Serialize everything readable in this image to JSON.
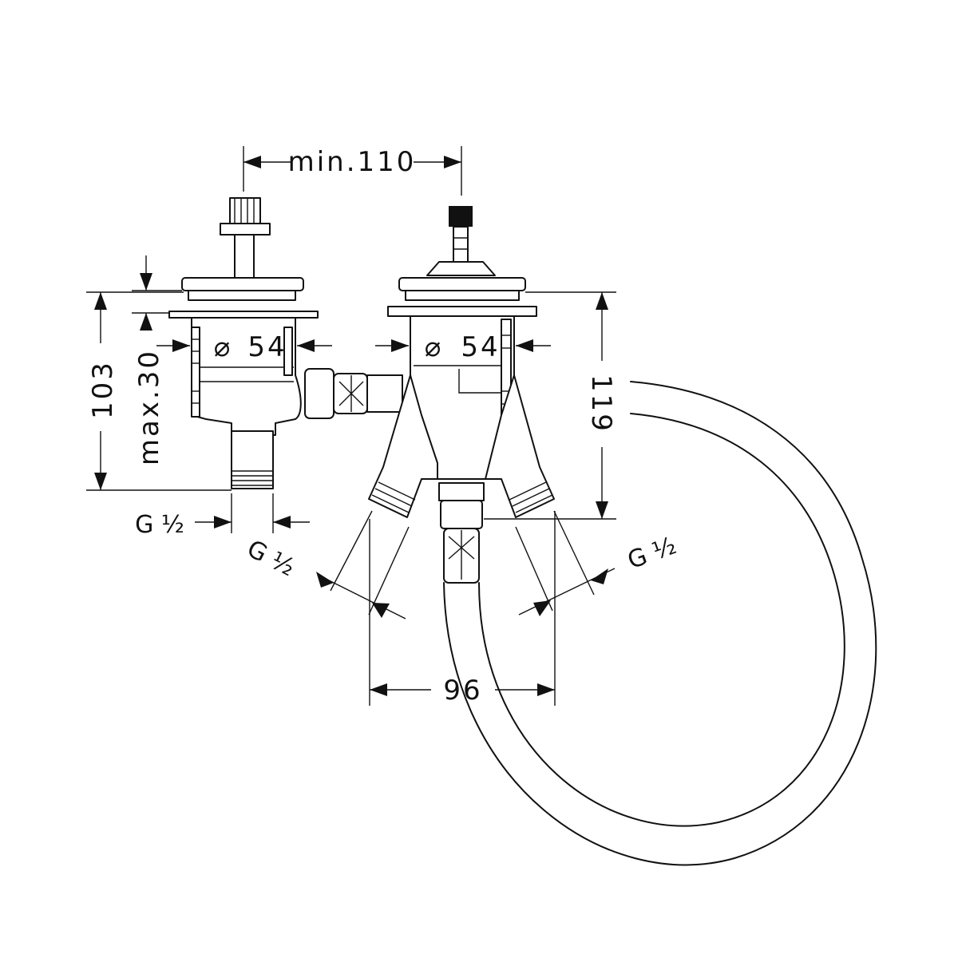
{
  "dimensions": {
    "min_spacing": "min.110",
    "diameter_left": "54",
    "diameter_right": "54",
    "height_left": "103",
    "adjust_max": "max.30",
    "height_right": "119",
    "outlet_spacing": "96",
    "thread_bottom_left": "G ½",
    "thread_angled_left": "G ½",
    "thread_angled_right": "G ½"
  },
  "symbols": {
    "diameter": "⌀"
  }
}
